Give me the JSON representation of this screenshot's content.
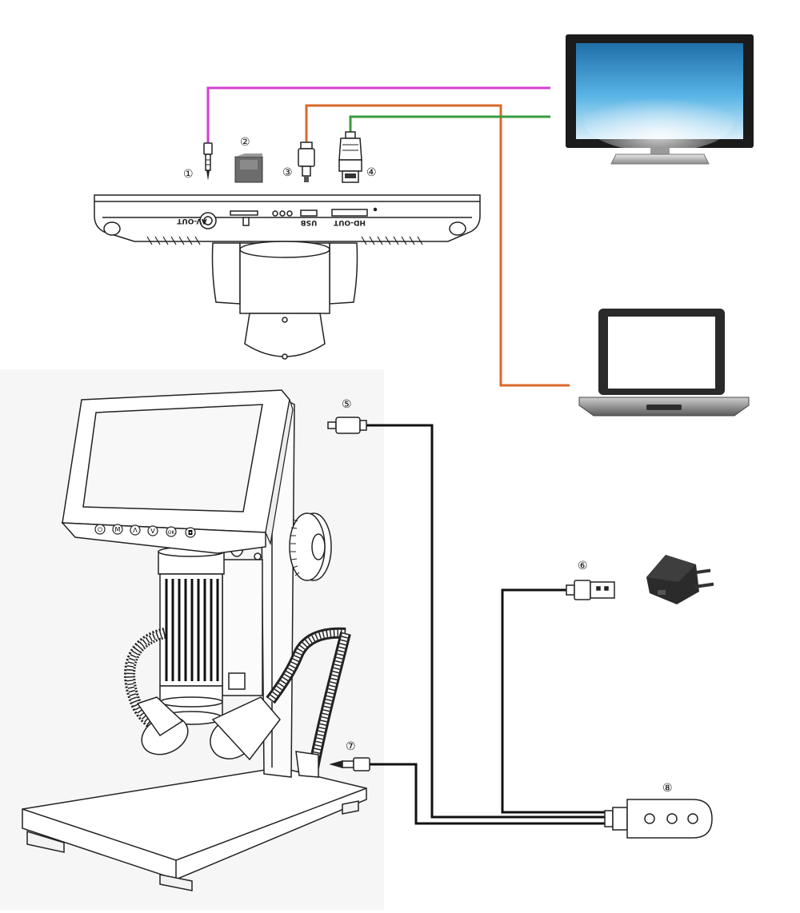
{
  "ports": {
    "av_out": "AV-OUT",
    "usb": "USB",
    "hd_out": "HD-OUT"
  },
  "callouts": {
    "n1": "①",
    "n2": "②",
    "n3": "③",
    "n4": "④",
    "n5": "⑤",
    "n6": "⑥",
    "n7": "⑦",
    "n8": "⑧"
  },
  "button_glyphs": [
    "⏻",
    "M",
    "Λ",
    "V",
    "OK",
    "◘"
  ],
  "colors": {
    "av_cable": "#d53fd0",
    "usb_cable": "#d9682a",
    "hdmi_cable": "#3a9b3f",
    "cable_black": "#111111",
    "screen_blue": "#2a8fc7",
    "line": "#222222"
  },
  "icons": [
    "av-jack-icon",
    "sd-card-icon",
    "micro-usb-icon",
    "hdmi-plug-icon",
    "usb-a-plug-icon",
    "power-adapter-icon"
  ]
}
